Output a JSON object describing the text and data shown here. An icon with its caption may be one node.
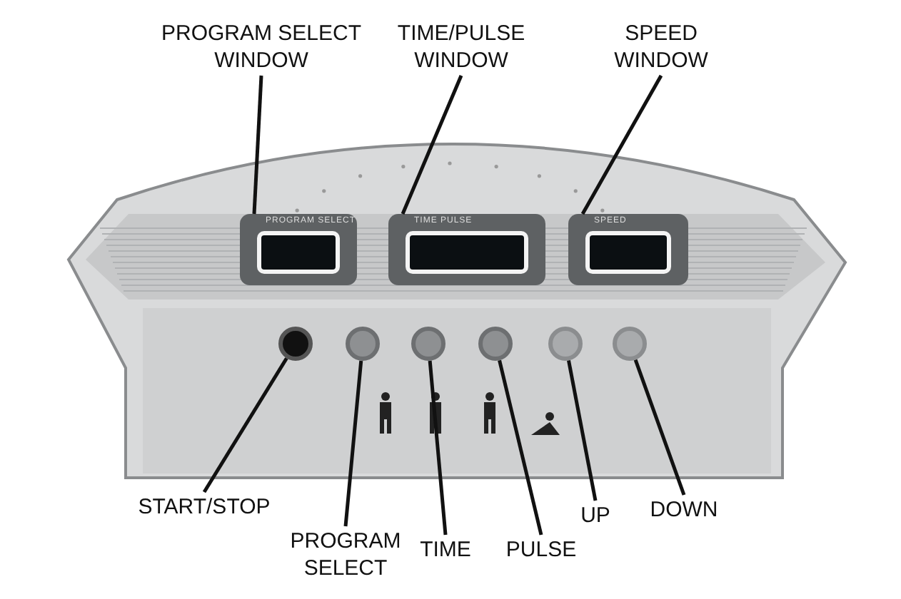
{
  "diagram": {
    "nodes": [
      {
        "text": [
          "PROGRAM SELECT WINDOW"
        ]
      },
      {
        "text": [
          "TIME/PULSE WINDOW"
        ]
      },
      {
        "text": [
          "SPEED WINDOW"
        ]
      },
      {
        "text": [
          "START/STOP"
        ]
      },
      {
        "text": [
          "PROGRAM SELECT"
        ]
      },
      {
        "text": [
          "TIME"
        ]
      },
      {
        "text": [
          "PULSE"
        ]
      },
      {
        "text": [
          "UP"
        ]
      },
      {
        "text": [
          "DOWN"
        ]
      },
      {
        "text": [
          "PROGRAM SELECT"
        ]
      },
      {
        "text": [
          "TIME PULSE"
        ]
      },
      {
        "text": [
          "SPEED"
        ]
      },
      {
        "text": [],
        "shape": "circle"
      },
      {
        "text": [],
        "shape": "circle"
      },
      {
        "text": [],
        "shape": "circle"
      },
      {
        "text": [],
        "shape": "circle"
      },
      {
        "text": [],
        "shape": "circle"
      },
      {
        "text": [],
        "shape": "circle"
      }
    ],
    "edges": [
      {
        "from": 0,
        "to": 9,
        "arrow": "none"
      },
      {
        "from": 1,
        "to": 10,
        "arrow": "none"
      },
      {
        "from": 2,
        "to": 11,
        "arrow": "none"
      },
      {
        "from": 3,
        "to": 12,
        "arrow": "none"
      },
      {
        "from": 4,
        "to": 13,
        "arrow": "none"
      },
      {
        "from": 5,
        "to": 14,
        "arrow": "none"
      },
      {
        "from": 6,
        "to": 15,
        "arrow": "none"
      },
      {
        "from": 7,
        "to": 16,
        "arrow": "none"
      },
      {
        "from": 8,
        "to": 17,
        "arrow": "none"
      }
    ]
  }
}
